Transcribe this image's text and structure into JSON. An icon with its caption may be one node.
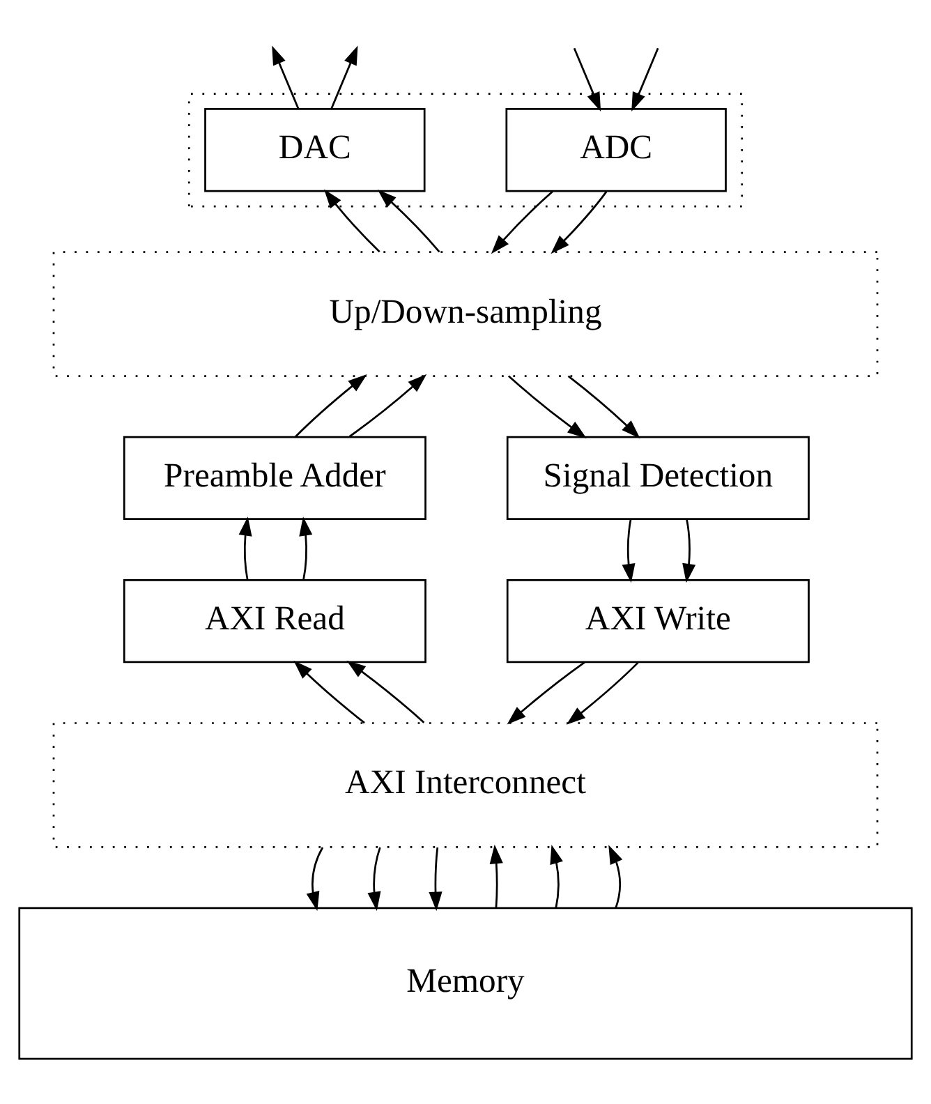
{
  "diagram": {
    "nodes": [
      {
        "text": [],
        "shape": "box"
      },
      {
        "text": [
          "DAC"
        ],
        "in": 0
      },
      {
        "text": [
          "ADC"
        ],
        "in": 0
      },
      {
        "text": [
          "Up/Down-sampling"
        ]
      },
      {
        "text": [
          "Preamble Adder"
        ]
      },
      {
        "text": [
          "Signal Detection"
        ]
      },
      {
        "text": [
          "AXI Read"
        ]
      },
      {
        "text": [
          "AXI Write"
        ]
      },
      {
        "text": [
          "AXI Interconnect"
        ]
      },
      {
        "text": [
          "Memory"
        ]
      }
    ],
    "edges": [
      {
        "from": 1,
        "to": null,
        "arrow": "to"
      },
      {
        "from": 1,
        "to": null,
        "arrow": "to"
      },
      {
        "from": null,
        "to": 2,
        "arrow": "to"
      },
      {
        "from": null,
        "to": 2,
        "arrow": "to"
      },
      {
        "from": 3,
        "to": 1,
        "arrow": "to"
      },
      {
        "from": 3,
        "to": 1,
        "arrow": "to"
      },
      {
        "from": 2,
        "to": 3,
        "arrow": "to"
      },
      {
        "from": 2,
        "to": 3,
        "arrow": "to"
      },
      {
        "from": 4,
        "to": 3,
        "arrow": "to"
      },
      {
        "from": 4,
        "to": 3,
        "arrow": "to"
      },
      {
        "from": 3,
        "to": 5,
        "arrow": "to"
      },
      {
        "from": 3,
        "to": 5,
        "arrow": "to"
      },
      {
        "from": 6,
        "to": 4,
        "arrow": "to"
      },
      {
        "from": 6,
        "to": 4,
        "arrow": "to"
      },
      {
        "from": 5,
        "to": 7,
        "arrow": "to"
      },
      {
        "from": 5,
        "to": 7,
        "arrow": "to"
      },
      {
        "from": 8,
        "to": 6,
        "arrow": "to"
      },
      {
        "from": 8,
        "to": 6,
        "arrow": "to"
      },
      {
        "from": 7,
        "to": 8,
        "arrow": "to"
      },
      {
        "from": 7,
        "to": 8,
        "arrow": "to"
      },
      {
        "from": 8,
        "to": 9,
        "arrow": "to"
      },
      {
        "from": 8,
        "to": 9,
        "arrow": "to"
      },
      {
        "from": 8,
        "to": 9,
        "arrow": "to"
      },
      {
        "from": 9,
        "to": 8,
        "arrow": "to"
      },
      {
        "from": 9,
        "to": 8,
        "arrow": "to"
      },
      {
        "from": 9,
        "to": 8,
        "arrow": "to"
      }
    ]
  }
}
